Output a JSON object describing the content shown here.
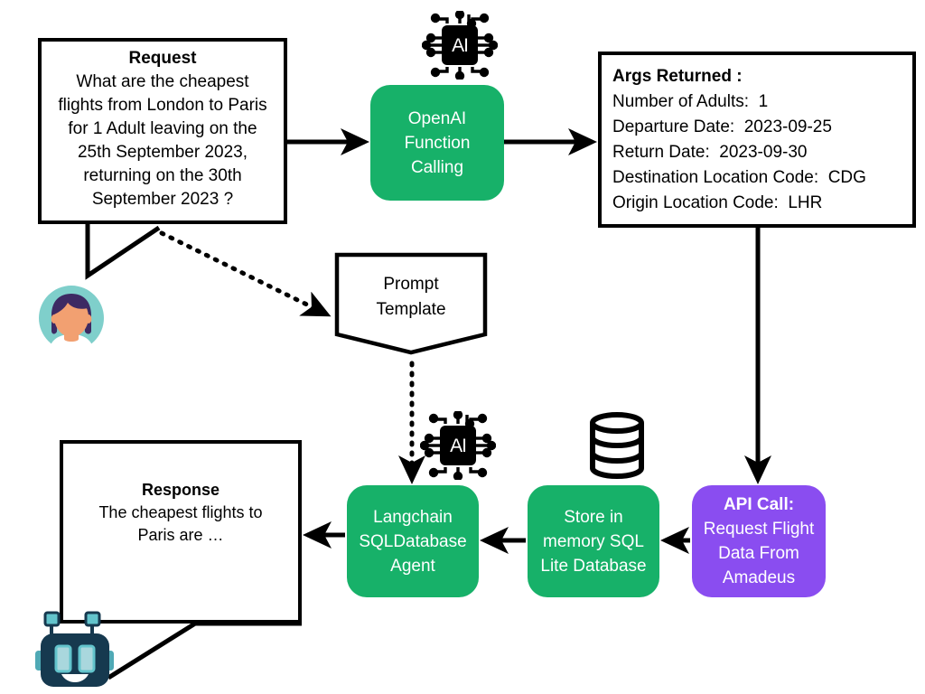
{
  "diagram": {
    "title": "OpenAI Function Calling flight search pipeline",
    "colors": {
      "green": "#17b169",
      "purple": "#8a4df0",
      "stroke": "#000000",
      "avatar_teal": "#7fcfcb",
      "avatar_hair": "#3d2a63",
      "avatar_skin": "#f2a071",
      "bot_body": "#16394f",
      "bot_accent": "#63c4cc"
    }
  },
  "request": {
    "title": "Request",
    "lines": [
      "What are the cheapest",
      "flights from London to Paris",
      "for 1 Adult leaving on the",
      "25th September 2023,",
      "returning on the 30th",
      "September 2023 ?"
    ]
  },
  "openai": {
    "lines": [
      "OpenAI",
      "Function",
      "Calling"
    ]
  },
  "args": {
    "title": "Args Returned :",
    "rows": [
      "Number of Adults:  1",
      "Departure Date:  2023-09-25",
      "Return Date:  2023-09-30",
      "Destination Location Code:  CDG",
      "Origin Location Code:  LHR"
    ]
  },
  "prompt_template": {
    "lines": [
      "Prompt",
      "Template"
    ]
  },
  "api_call": {
    "header": "API Call:",
    "lines": [
      "Request Flight",
      "Data From",
      "Amadeus"
    ]
  },
  "store": {
    "lines": [
      "Store in",
      "memory SQL",
      "Lite Database"
    ]
  },
  "langchain": {
    "lines": [
      "Langchain",
      "SQLDatabase",
      "Agent"
    ]
  },
  "response": {
    "title": "Response",
    "lines": [
      "The cheapest flights to",
      "Paris are …"
    ]
  },
  "icons": {
    "ai_chip_label": "AI",
    "ai_chip_top": "ai-chip-icon",
    "ai_chip_bottom": "ai-chip-icon",
    "database": "database-cylinder-icon",
    "user": "user-avatar-icon",
    "bot": "robot-avatar-icon"
  }
}
